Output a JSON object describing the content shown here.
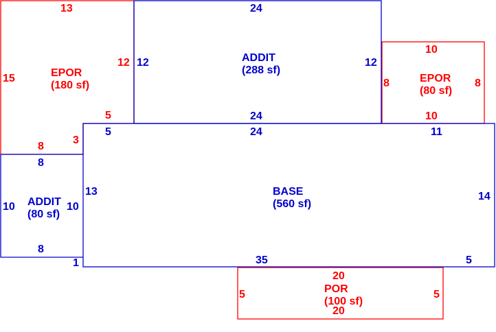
{
  "colors": {
    "red": "#ff0000",
    "blue": "#0000cc",
    "background": "#ffffff"
  },
  "areas": {
    "epor_left": {
      "name": "EPOR",
      "area": "(180 sf)",
      "color": "red"
    },
    "addit_top": {
      "name": "ADDIT",
      "area": "(288 sf)",
      "color": "blue"
    },
    "epor_right": {
      "name": "EPOR",
      "area": "(80 sf)",
      "color": "red"
    },
    "addit_left": {
      "name": "ADDIT",
      "area": "(80 sf)",
      "color": "blue"
    },
    "base": {
      "name": "BASE",
      "area": "(560 sf)",
      "color": "blue"
    },
    "por": {
      "name": "POR",
      "area": "(100 sf)",
      "color": "red"
    }
  },
  "dimensions": {
    "epor_left_top": "13",
    "epor_left_side": "15",
    "epor_left_right": "12",
    "epor_left_bottom": "8",
    "epor_left_step": "3",
    "epor_left_notch": "5",
    "addit_top_top": "24",
    "addit_top_left": "12",
    "addit_top_right": "12",
    "addit_top_bottom": "24",
    "epor_right_top": "10",
    "epor_right_left": "8",
    "epor_right_right": "8",
    "epor_right_bottom": "10",
    "base_top_left": "5",
    "base_top_mid": "24",
    "base_top_right": "11",
    "base_left": "13",
    "base_right": "14",
    "base_bottom_mid": "35",
    "base_bottom_right": "5",
    "base_bottom_left": "1",
    "addit_left_top": "8",
    "addit_left_left": "10",
    "addit_left_right": "10",
    "addit_left_bottom": "8",
    "por_top": "20",
    "por_left": "5",
    "por_right": "5",
    "por_bottom": "20"
  }
}
